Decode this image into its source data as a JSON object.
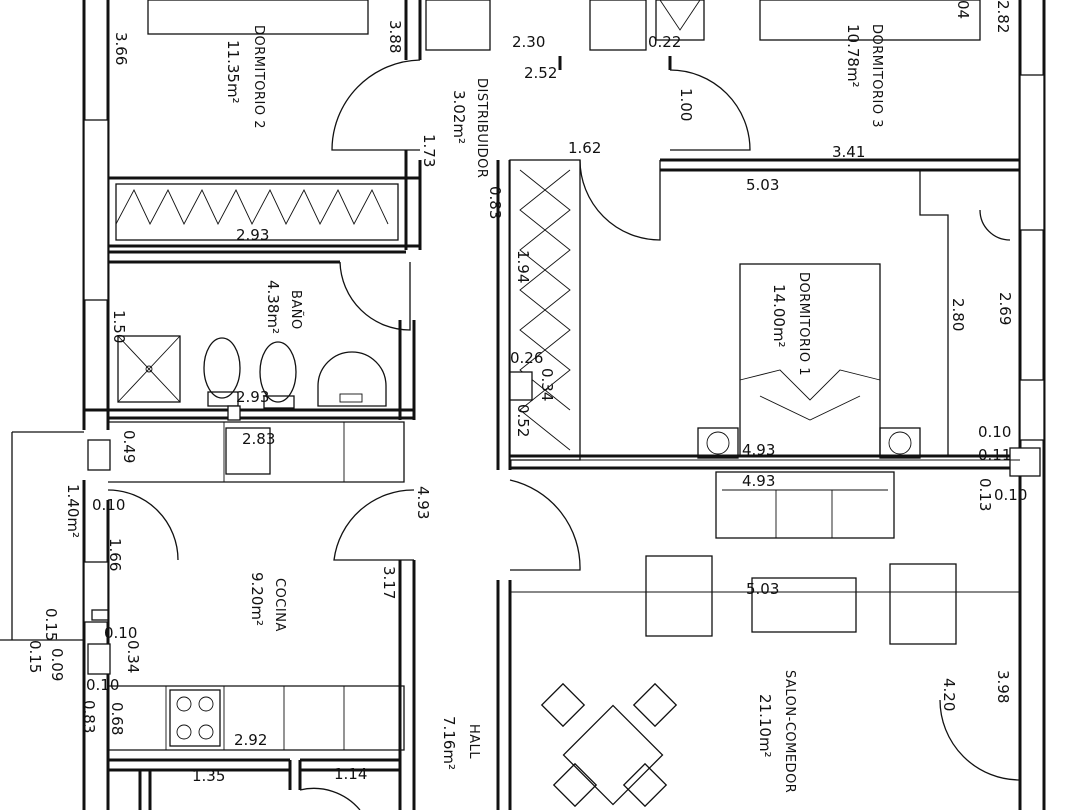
{
  "rooms": {
    "dormitorio2": {
      "name": "DORMITORIO 2",
      "area": "11.35m²"
    },
    "distribuidor": {
      "name": "DISTRIBUIDOR",
      "area": "3.02m²"
    },
    "dormitorio3": {
      "name": "DORMITORIO 3",
      "area": "10.78m²"
    },
    "bano": {
      "name": "BAÑO",
      "area": "4.38m²"
    },
    "dormitorio1": {
      "name": "DORMITORIO 1",
      "area": "14.00m²"
    },
    "cocina": {
      "name": "COCINA",
      "area": "9.20m²"
    },
    "hall": {
      "name": "HALL",
      "area": "7.16m²"
    },
    "salon": {
      "name": "SALON-COMEDOR",
      "area": "21.10m²"
    },
    "partial_area": "1.40m²"
  },
  "dims": {
    "d_366": "3.66",
    "d_388": "3.88",
    "d_230": "2.30",
    "d_252": "2.52",
    "d_022": "0.22",
    "d_100": "1.00",
    "d_004": "04",
    "d_282": "2.82",
    "d_162": "1.62",
    "d_173": "1.73",
    "d_083": "0.83",
    "d_503a": "5.03",
    "d_341": "3.41",
    "d_293a": "2.93",
    "d_194": "1.94",
    "d_280": "2.80",
    "d_269": "2.69",
    "d_150": "1.50",
    "d_026": "0.26",
    "d_034a": "0.34",
    "d_052": "0.52",
    "d_293b": "2.93",
    "d_283": "2.83",
    "d_049": "0.49",
    "d_493a": "4.93",
    "d_493b": "4.93",
    "d_493c": "4.93",
    "d_010a": "0.10",
    "d_011": "0.11",
    "d_010b": "0.10",
    "d_013": "0.13",
    "d_010c": "0.10",
    "d_166": "1.66",
    "d_317": "3.17",
    "d_503b": "5.03",
    "d_015a": "0.15",
    "d_010d": "0.10",
    "d_015b": "0.15",
    "d_009": "0.09",
    "d_034b": "0.34",
    "d_010e": "0.10",
    "d_083b": "0.83",
    "d_068": "0.68",
    "d_292": "2.92",
    "d_135": "1.35",
    "d_114": "1.14",
    "d_420": "4.20",
    "d_398": "3.98"
  }
}
